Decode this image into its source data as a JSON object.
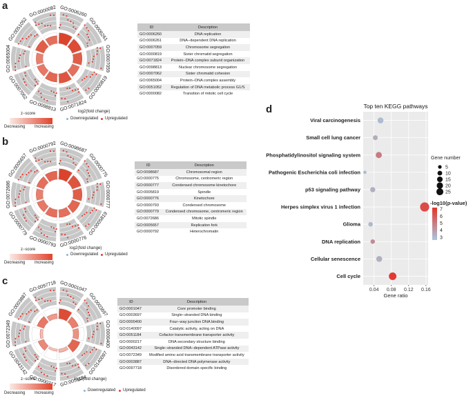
{
  "colors": {
    "ring_gray": "#c7c7c7",
    "z_low": "#fde8e2",
    "z_high": "#d93b22",
    "up": "#e23b2f",
    "down": "#87b6d8",
    "panel_bg": "#ebebeb",
    "grid": "#ffffff"
  },
  "panels": {
    "a": {
      "letter": "a",
      "ring_labels": [
        "GO:0006260",
        "GO:0006261",
        "GO:0007059",
        "GO:0000819",
        "GO:0071824",
        "GO:0098813",
        "GO:0007062",
        "GO:0065004",
        "GO:0051052",
        "GO:0000082"
      ],
      "zscore": [
        0.95,
        0.9,
        0.8,
        0.7,
        0.85,
        0.75,
        0.65,
        0.6,
        0.8,
        0.7
      ],
      "table_header": {
        "id": "ID",
        "desc": "Description"
      },
      "rows": [
        {
          "id": "GO:0006260",
          "desc": "DNA replication"
        },
        {
          "id": "GO:0006261",
          "desc": "DNA−dependent DNA replication"
        },
        {
          "id": "GO:0007059",
          "desc": "Chromosome segregation"
        },
        {
          "id": "GO:0000819",
          "desc": "Sister chromatid segregation"
        },
        {
          "id": "GO:0071824",
          "desc": "Protein−DNA complex subunit organization"
        },
        {
          "id": "GO:0098813",
          "desc": "Nuclear chromosome segregation"
        },
        {
          "id": "GO:0007062",
          "desc": "Sister chromatid cohesion"
        },
        {
          "id": "GO:0065004",
          "desc": "Protein−DNA complex assembly"
        },
        {
          "id": "GO:0051052",
          "desc": "Regulation of DNA metabolic process G1/S"
        },
        {
          "id": "GO:0000082",
          "desc": "Transition of mitotic cell cycle"
        }
      ],
      "legend": {
        "zscore": "z−score",
        "decreasing": "Decreasing",
        "increasing": "Increasing",
        "fc": "log2(fold change)",
        "down": "Downregulated",
        "up": "Upregulated"
      }
    },
    "b": {
      "letter": "b",
      "ring_labels": [
        "GO:0098687",
        "GO:0000775",
        "GO:0000777",
        "GO:0005819",
        "GO:0000776",
        "GO:0000793",
        "GO:0000779",
        "GO:0072686",
        "GO:0005657",
        "GO:0000792"
      ],
      "zscore": [
        0.95,
        0.85,
        0.8,
        0.75,
        0.7,
        0.7,
        0.65,
        0.6,
        0.7,
        0.75
      ],
      "table_header": {
        "id": "ID",
        "desc": "Description"
      },
      "rows": [
        {
          "id": "GO:0098687",
          "desc": "Chromosomal region"
        },
        {
          "id": "GO:0000775",
          "desc": "Chromosome, centromeric region"
        },
        {
          "id": "GO:0000777",
          "desc": "Condensed chromosome kinetochore"
        },
        {
          "id": "GO:0005819",
          "desc": "Spindle"
        },
        {
          "id": "GO:0000776",
          "desc": "Kinetochore"
        },
        {
          "id": "GO:0000793",
          "desc": "Condensed chromosome"
        },
        {
          "id": "GO:0000779",
          "desc": "Condensed chromosome, centromeric region"
        },
        {
          "id": "GO:0072686",
          "desc": "Mitotic spindle"
        },
        {
          "id": "GO:0005657",
          "desc": "Replication fork"
        },
        {
          "id": "GO:0000792",
          "desc": "Heterochromatin"
        }
      ],
      "legend": {
        "zscore": "z−score",
        "decreasing": "Decreasing",
        "increasing": "Increasing",
        "fc": "log2(fold change)",
        "down": "Downregulated",
        "up": "Upregulated"
      }
    },
    "c": {
      "letter": "c",
      "ring_labels": [
        "GO:0001047",
        "GO:0003697",
        "GO:0000400",
        "GO:0140097",
        "GO:0051184",
        "GO:0000217",
        "GO:0043142",
        "GO:0072349",
        "GO:0003887",
        "GO:0097718"
      ],
      "zscore": [
        0.9,
        0.6,
        0.5,
        0.75,
        0.3,
        0.2,
        0.55,
        0.25,
        0.65,
        0.45
      ],
      "table_header": {
        "id": "ID",
        "desc": "Description"
      },
      "rows": [
        {
          "id": "GO:0001047",
          "desc": "Core promoter binding"
        },
        {
          "id": "GO:0003697",
          "desc": "Single−stranded DNA binding"
        },
        {
          "id": "GO:0000400",
          "desc": "Four−way junction DNA binding"
        },
        {
          "id": "GO:0140097",
          "desc": "Catalytic activity, acting on DNA"
        },
        {
          "id": "GO:0051184",
          "desc": "Cofactor transmembrane transporter activity"
        },
        {
          "id": "GO:0000217",
          "desc": "DNA secondary structure binding"
        },
        {
          "id": "GO:0043142",
          "desc": "Single−stranded DNA−dependent ATPase activity"
        },
        {
          "id": "GO:0072349",
          "desc": "Modified amino acid transmembrane transporter activity"
        },
        {
          "id": "GO:0003887",
          "desc": "DNA−directed DNA polymerase activity"
        },
        {
          "id": "GO:0097718",
          "desc": "Disordered domain specific binding"
        }
      ],
      "legend": {
        "zscore": "z−score",
        "decreasing": "Decreasing",
        "increasing": "Increasing",
        "fc": "log2(fold change)",
        "down": "Downregulated",
        "up": "Upregulated"
      }
    },
    "d": {
      "letter": "d"
    }
  },
  "chart_data": {
    "type": "scatter",
    "title": "Top ten KEGG pathways",
    "xlabel": "Gene ratio",
    "ylabel": "",
    "xlim": [
      0.015,
      0.165
    ],
    "xticks": [
      0.04,
      0.08,
      0.12,
      0.16
    ],
    "xtick_labels": [
      "0.04",
      "0.08",
      "0.12",
      "0.16"
    ],
    "categories": [
      "Viral carcinogenesis",
      "Small cell lung cancer",
      "Phosphatidylinositol signaling system",
      "Pathogenic Escherichia coli infection",
      "p53 signaling pathway",
      "Herpes simplex virus 1 infection",
      "Glioma",
      "DNA replication",
      "Cellular senescence",
      "Cell cycle"
    ],
    "x": [
      0.055,
      0.043,
      0.051,
      0.019,
      0.037,
      0.157,
      0.032,
      0.037,
      0.052,
      0.083
    ],
    "gene_number": [
      10,
      6,
      11,
      2,
      7,
      28,
      5,
      5,
      10,
      18
    ],
    "neglog10p": [
      3,
      3.5,
      5,
      3,
      3.4,
      6.5,
      3.1,
      4.5,
      3.4,
      7
    ],
    "grid": true,
    "size_legend": {
      "title": "Gene number",
      "values": [
        5,
        10,
        15,
        20,
        25
      ],
      "labels": [
        "5",
        "10",
        "15",
        "20",
        "25"
      ]
    },
    "color_legend": {
      "title": "-log10(p-value)",
      "min": 2.6,
      "max": 7.2,
      "ticks": [
        7,
        6,
        5,
        4,
        3
      ],
      "labels": [
        "7",
        "6",
        "5",
        "4",
        "3"
      ]
    }
  }
}
